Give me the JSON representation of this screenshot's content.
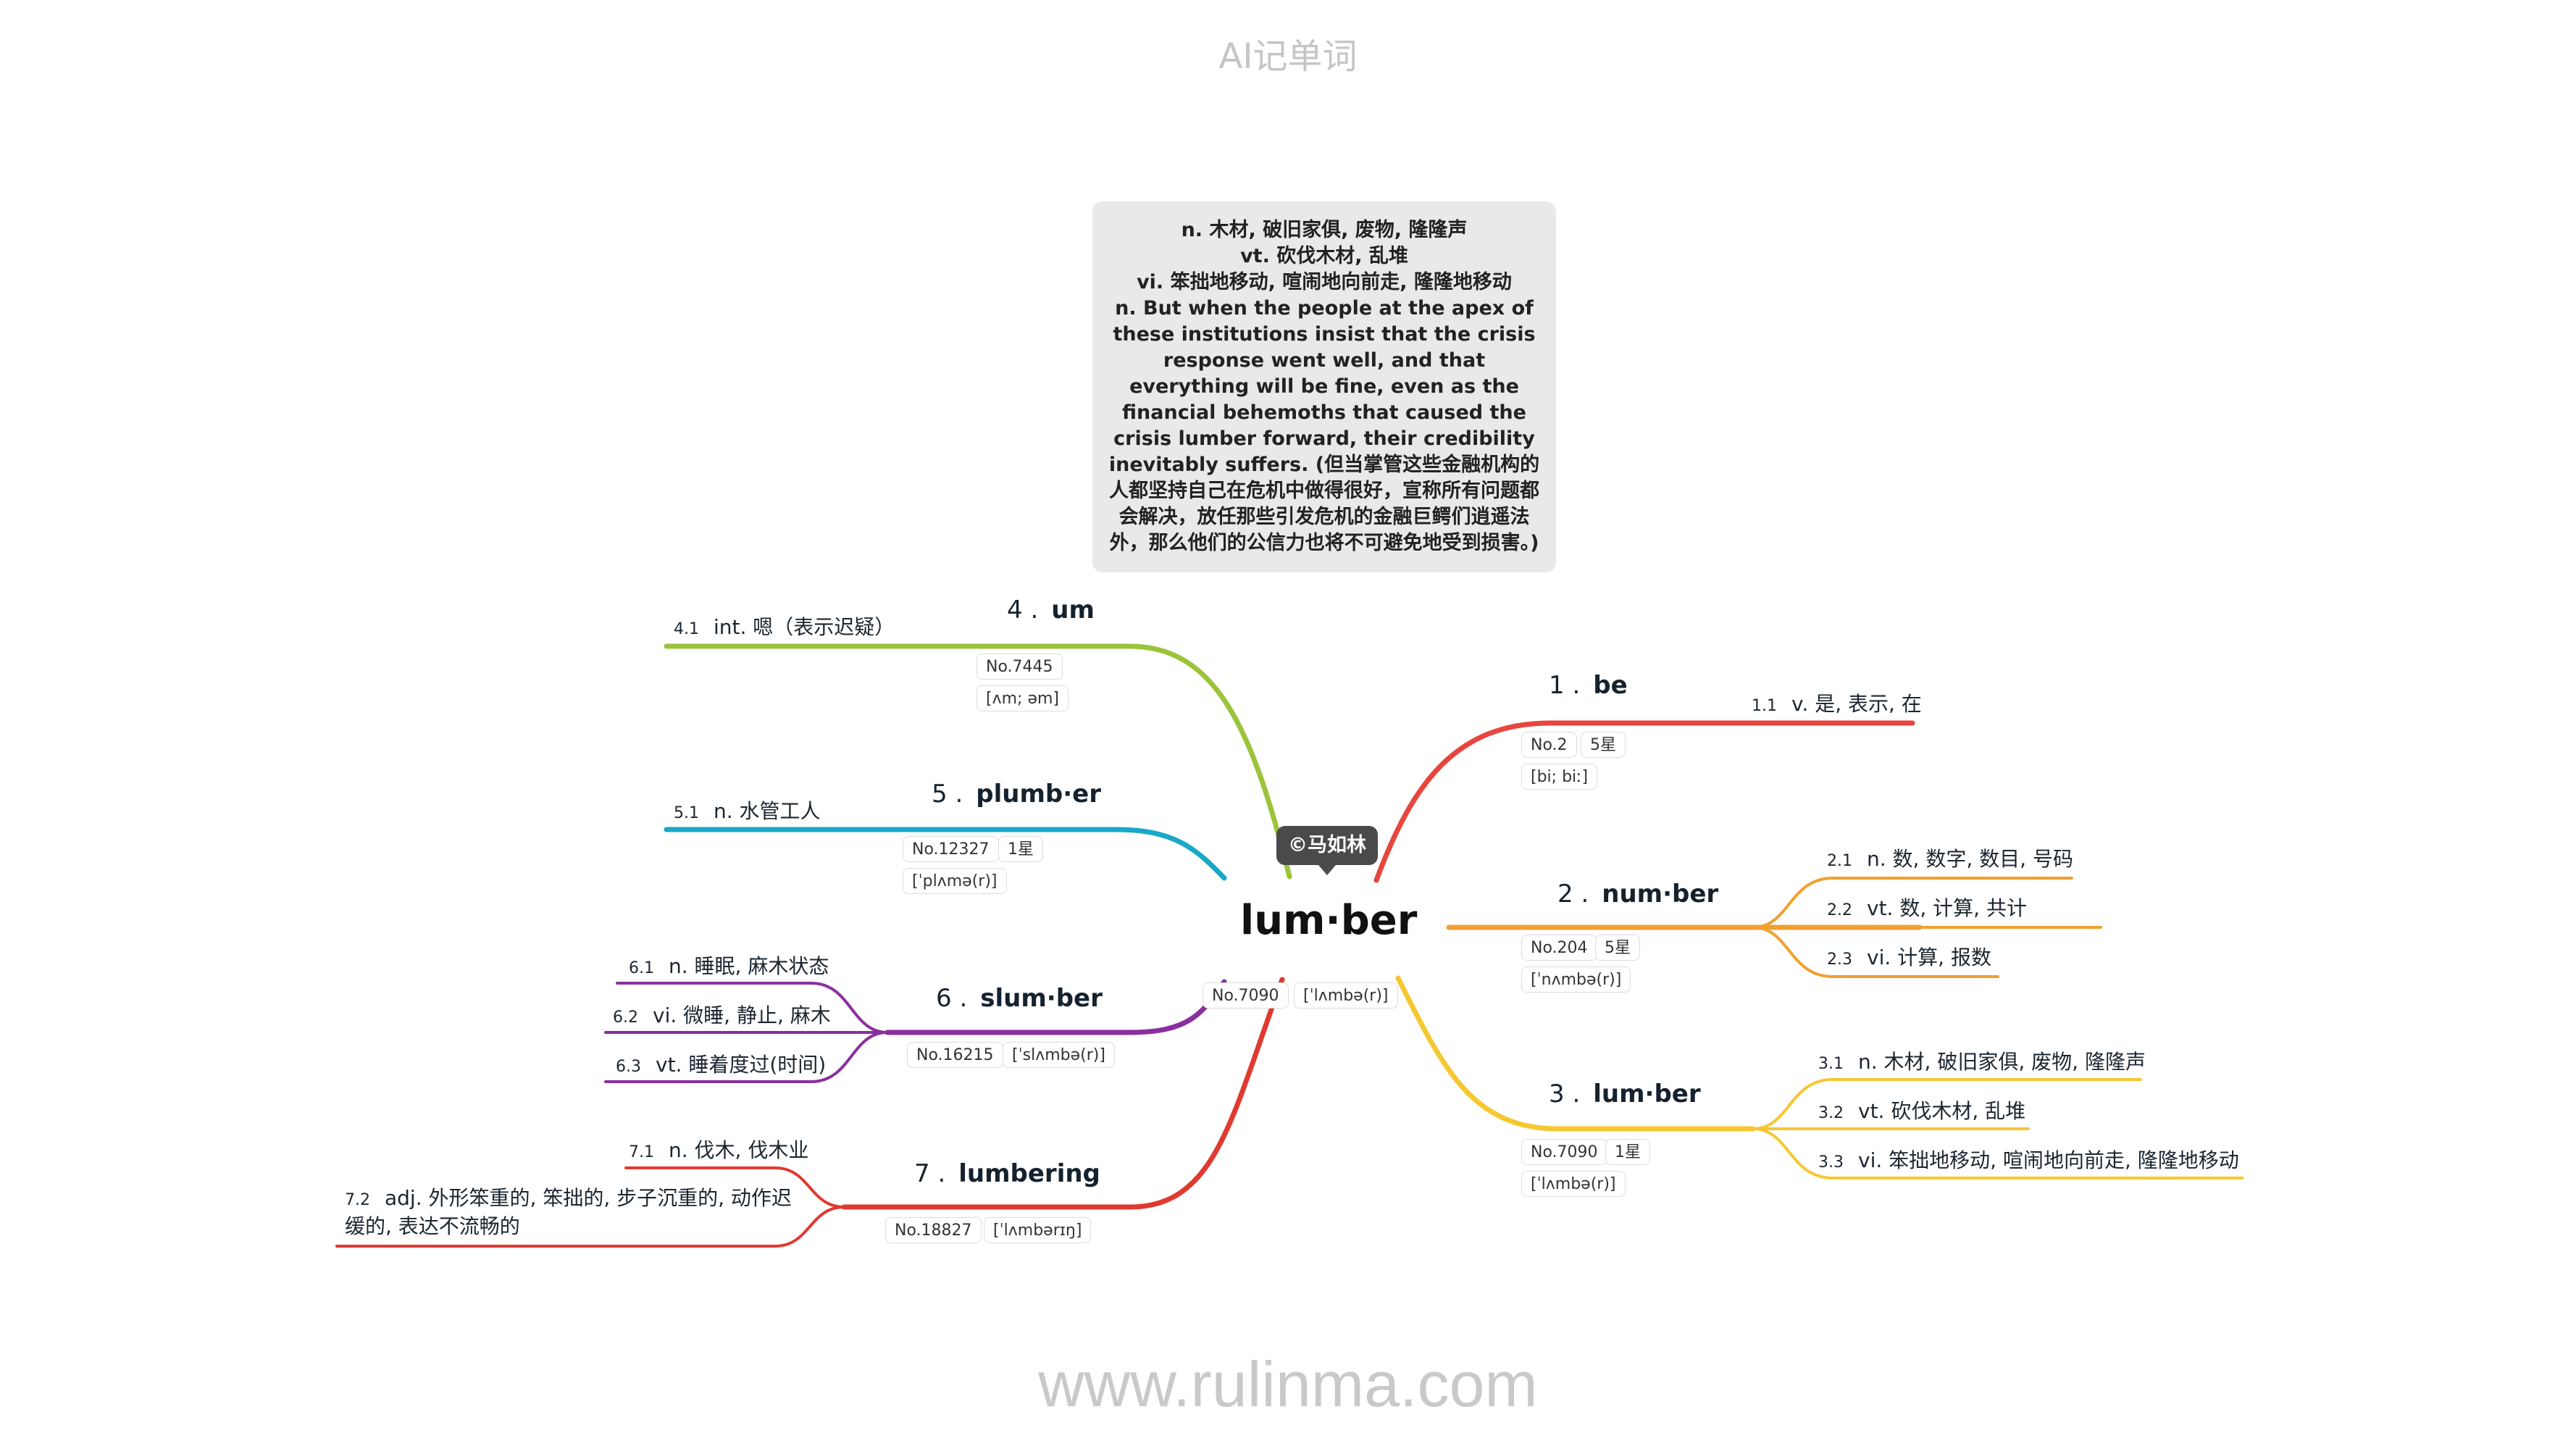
{
  "header": "AI记单词",
  "footer": "www.rulinma.com",
  "copyright": "©马如林",
  "central": {
    "word": "lum·ber",
    "no": "No.7090",
    "ipa": "[ˈlʌmbə(r)]"
  },
  "note": {
    "lines": [
      "n. 木材, 破旧家俱, 废物, 隆隆声",
      "vt. 砍伐木材, 乱堆",
      "vi. 笨拙地移动, 喧闹地向前走, 隆隆地移动",
      "n. But when the people at the apex of these institutions insist that the crisis response went well, and that everything will be fine, even as the financial behemoths that caused the crisis lumber forward, their credibility inevitably suffers. (但当掌管这些金融机构的人都坚持自己在危机中做得很好，宣称所有问题都会解决，放任那些引发危机的金融巨鳄们逍遥法外，那么他们的公信力也将不可避免地受到损害。)"
    ]
  },
  "branches": [
    {
      "num": "1 .",
      "word": "be",
      "color": "#e8453c",
      "no": "No.2",
      "stars": "5星",
      "ipa": "[bi; biː]",
      "defs": [
        {
          "n": "1.1",
          "t": "v. 是, 表示, 在"
        }
      ]
    },
    {
      "num": "2 .",
      "word": "num·ber",
      "color": "#f0a030",
      "no": "No.204",
      "stars": "5星",
      "ipa": "[ˈnʌmbə(r)]",
      "defs": [
        {
          "n": "2.1",
          "t": "n. 数, 数字, 数目, 号码"
        },
        {
          "n": "2.2",
          "t": "vt. 数, 计算, 共计"
        },
        {
          "n": "2.3",
          "t": "vi. 计算, 报数"
        }
      ]
    },
    {
      "num": "3 .",
      "word": "lum·ber",
      "color": "#f5c833",
      "no": "No.7090",
      "stars": "1星",
      "ipa": "[ˈlʌmbə(r)]",
      "defs": [
        {
          "n": "3.1",
          "t": "n. 木材, 破旧家俱, 废物, 隆隆声"
        },
        {
          "n": "3.2",
          "t": "vt. 砍伐木材, 乱堆"
        },
        {
          "n": "3.3",
          "t": "vi. 笨拙地移动, 喧闹地向前走, 隆隆地移动"
        }
      ]
    },
    {
      "num": "4 .",
      "word": "um",
      "color": "#9bc43a",
      "no": "No.7445",
      "ipa": "[ʌm; əm]",
      "defs": [
        {
          "n": "4.1",
          "t": "int. 嗯（表示迟疑）"
        }
      ]
    },
    {
      "num": "5 .",
      "word": "plumb·er",
      "color": "#1aa8c8",
      "no": "No.12327",
      "stars": "1星",
      "ipa": "[ˈplʌmə(r)]",
      "defs": [
        {
          "n": "5.1",
          "t": "n. 水管工人"
        }
      ]
    },
    {
      "num": "6 .",
      "word": "slum·ber",
      "color": "#8a2f9e",
      "no": "No.16215",
      "ipa": "[ˈslʌmbə(r)]",
      "defs": [
        {
          "n": "6.1",
          "t": "n. 睡眠, 麻木状态"
        },
        {
          "n": "6.2",
          "t": "vi. 微睡, 静止, 麻木"
        },
        {
          "n": "6.3",
          "t": "vt. 睡着度过(时间)"
        }
      ]
    },
    {
      "num": "7 .",
      "word": "lumbering",
      "color": "#e03a30",
      "no": "No.18827",
      "ipa": "[ˈlʌmbərɪŋ]",
      "defs": [
        {
          "n": "7.1",
          "t": "n. 伐木, 伐木业"
        },
        {
          "n": "7.2",
          "t": "adj. 外形笨重的, 笨拙的, 步子沉重的, 动作迟缓的, 表达不流畅的"
        }
      ]
    }
  ]
}
